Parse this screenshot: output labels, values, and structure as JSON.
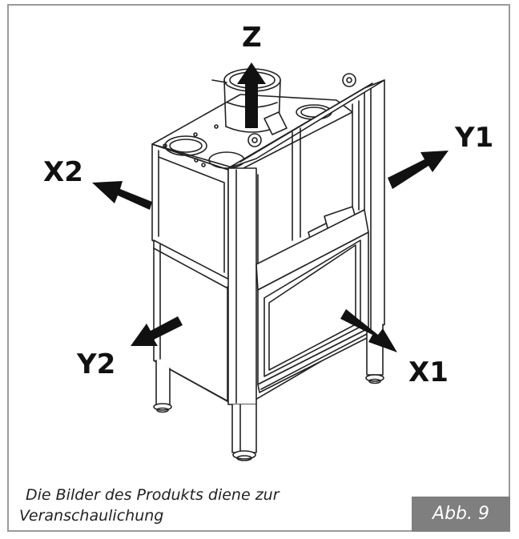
{
  "axes": {
    "z": "Z",
    "y1": "Y1",
    "x2": "X2",
    "y2": "Y2",
    "x1": "X1"
  },
  "caption": {
    "line1": "Die Bilder des Produkts diene zur",
    "line2": "Veranschaulichung"
  },
  "figure_label": "Abb. 9",
  "colors": {
    "frame": "#9a9a9a",
    "badge": "#7f7f7f",
    "line": "#222222",
    "arrow": "#111111"
  }
}
